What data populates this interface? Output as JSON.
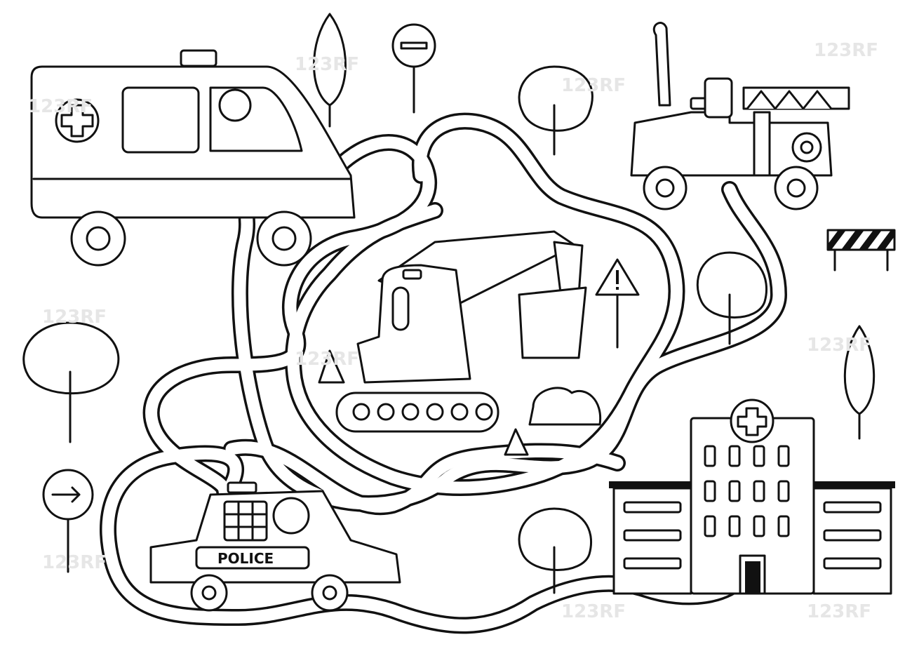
{
  "illustration": {
    "title": "Maze: help the vehicles reach the hospital",
    "police_label": "POLICE",
    "watermark": "123RF",
    "colors": {
      "line": "#111111",
      "background": "#ffffff",
      "watermark": "#e6e6e6"
    }
  }
}
